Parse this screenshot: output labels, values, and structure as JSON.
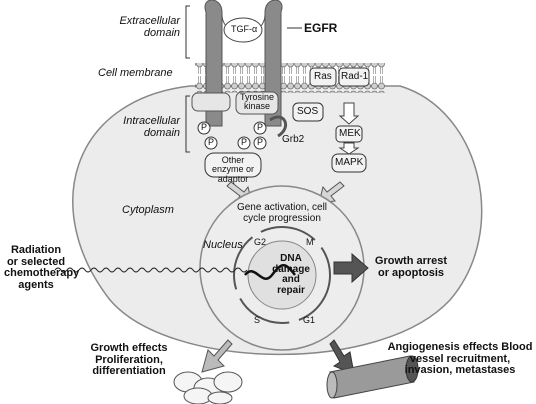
{
  "labels": {
    "extracellular_domain": "Extracellular domain",
    "cell_membrane": "Cell membrane",
    "intracellular_domain": "Intracellular domain",
    "cytoplasm": "Cytoplasm",
    "nucleus": "Nucleus",
    "tgf": "TGF-α",
    "egfr": "EGFR",
    "tyrosine_kinase": "Tyrosine kinase",
    "sos": "SOS",
    "grb2": "Grb2",
    "ras": "Ras",
    "rad1": "Rad-1",
    "mek": "MEK",
    "mapk": "MAPK",
    "other_enzyme": "Other enzyme or adaptor",
    "p": "P",
    "gene_activation": "Gene activation, cell cycle progression",
    "g1": "G1",
    "g2": "G2",
    "m": "M",
    "s": "S",
    "dna_repair": "DNA damage and repair",
    "radiation": "Radiation or selected chemotherapy agents",
    "growth_arrest": "Growth arrest or apoptosis",
    "growth_effects": "Growth effects Proliferation, differentiation",
    "angiogenesis": "Angiogenesis effects Blood vessel recruitment, invasion, metastases"
  }
}
